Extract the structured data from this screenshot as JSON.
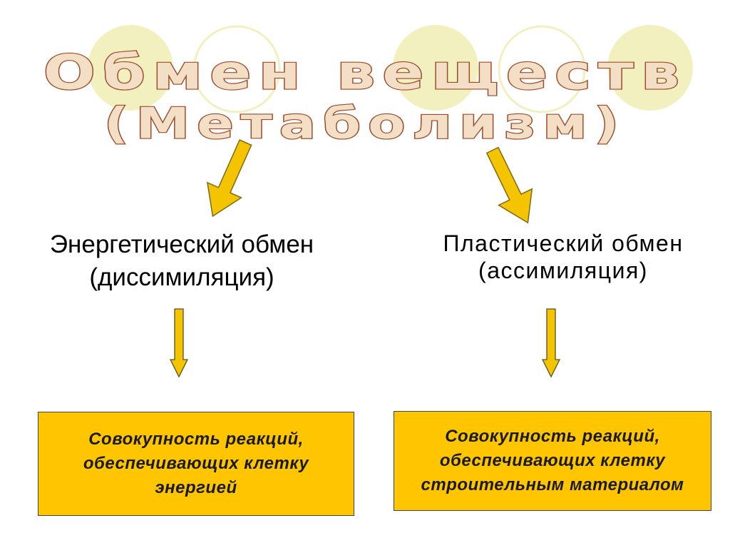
{
  "title": {
    "line1": "Обмен веществ",
    "line2": "(Метаболизм)"
  },
  "left": {
    "heading": "Энергетический обмен",
    "subheading": "(диссимиляция)",
    "description": "Совокупность реакций,\nобеспечивающих  клетку\nэнергией"
  },
  "right": {
    "heading": "Пластический обмен",
    "subheading": "(ассимиляция)",
    "description": "Совокупность реакций,\nобеспечивающих клетку\nстроительным  материалом"
  },
  "colors": {
    "circle_fill": "#f3f0bf",
    "arrow_fill": "#f5c400",
    "box_fill": "#ffc600",
    "title_stroke": "#9c4a2a",
    "title_fill": "#f2dfc6"
  }
}
